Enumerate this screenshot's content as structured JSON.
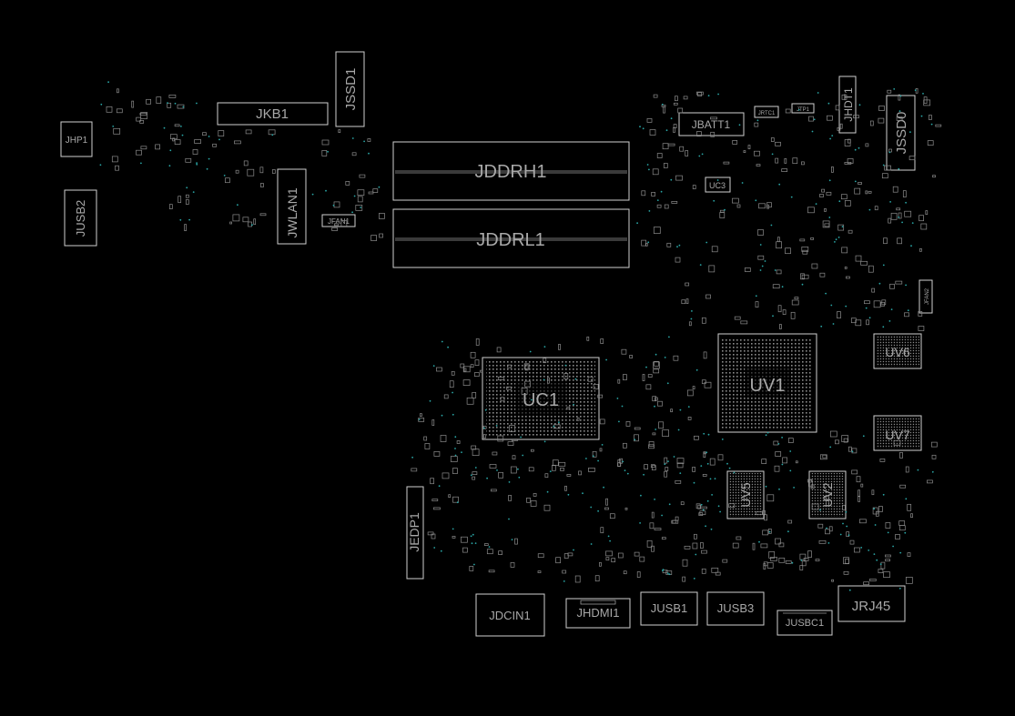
{
  "board": {
    "background": "#000000",
    "outline_color": "#cfcfcf",
    "via_color": "#2aa6a6"
  },
  "components": {
    "JHP1": "JHP1",
    "JUSB2": "JUSB2",
    "JKB1": "JKB1",
    "JSSD1": "JSSD1",
    "JWLAN1": "JWLAN1",
    "JFAN1": "JFAN1",
    "JDDRH1": "JDDRH1",
    "JDDRL1": "JDDRL1",
    "JBATT1": "JBATT1",
    "JRTC1": "JRTC1",
    "JTP1": "JTP1",
    "JHDT1": "JHDT1",
    "JSSD0": "JSSD0",
    "UC3": "UC3",
    "JFAN2": "JFAN2",
    "UV6": "UV6",
    "UV1": "UV1",
    "UC1": "UC1",
    "UV7": "UV7",
    "UV5": "UV5",
    "UV2": "UV2",
    "JEDP1": "JEDP1",
    "JDCIN1": "JDCIN1",
    "JHDMI1": "JHDMI1",
    "JUSB1": "JUSB1",
    "JUSB3": "JUSB3",
    "JUSBC1": "JUSBC1",
    "JRJ45": "JRJ45"
  }
}
